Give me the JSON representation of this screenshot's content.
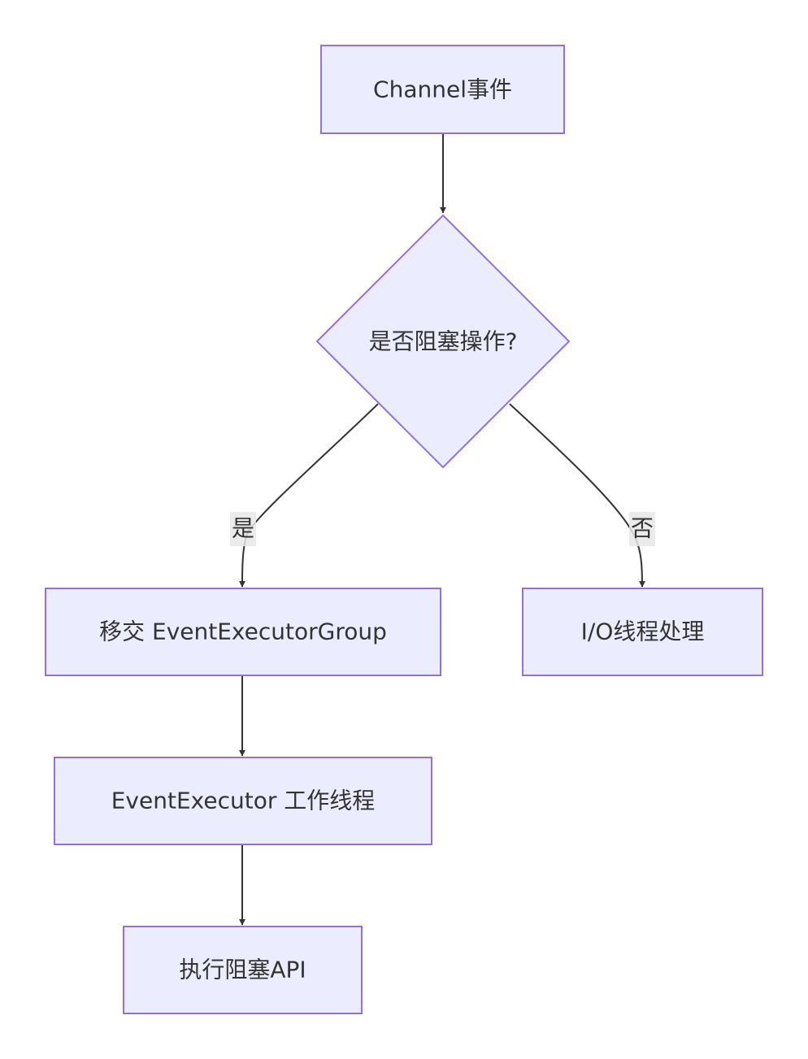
{
  "nodes": {
    "channel_event": "Channel事件",
    "decision": "是否阻塞操作?",
    "hand_off": "移交 EventExecutorGroup",
    "io_thread": "I/O线程处理",
    "worker_thread": "EventExecutor 工作线程",
    "execute_blocking": "执行阻塞API"
  },
  "edges": {
    "yes_label": "是",
    "no_label": "否"
  },
  "colors": {
    "node_fill": "#ececff",
    "node_stroke": "#9370db",
    "edge": "#333333",
    "label_bg": "#e8e8e8"
  }
}
